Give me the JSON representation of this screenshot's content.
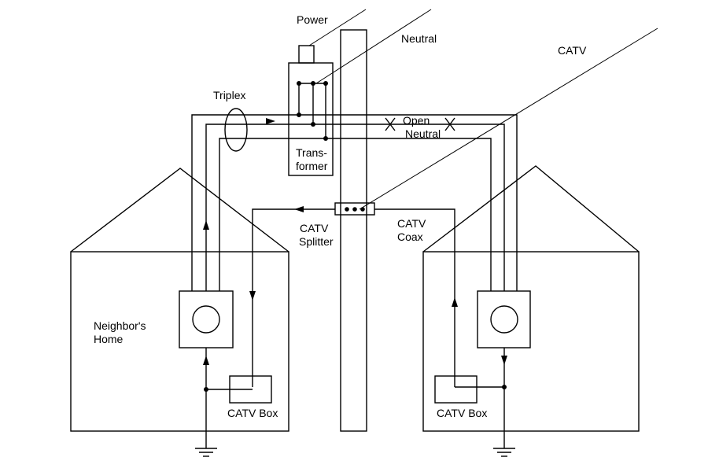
{
  "labels": {
    "power": "Power",
    "neutral": "Neutral",
    "catv": "CATV",
    "triplex": "Triplex",
    "open_neutral": [
      "Open",
      "Neutral"
    ],
    "transformer": [
      "Trans-",
      "former"
    ],
    "catv_splitter": [
      "CATV",
      "Splitter"
    ],
    "catv_coax": [
      "CATV",
      "Coax"
    ],
    "neighbors_home": [
      "Neighbor's",
      "Home"
    ],
    "catv_box_left": "CATV Box",
    "catv_box_right": "CATV Box"
  },
  "colors": {
    "line": "#000000",
    "background": "#ffffff"
  }
}
